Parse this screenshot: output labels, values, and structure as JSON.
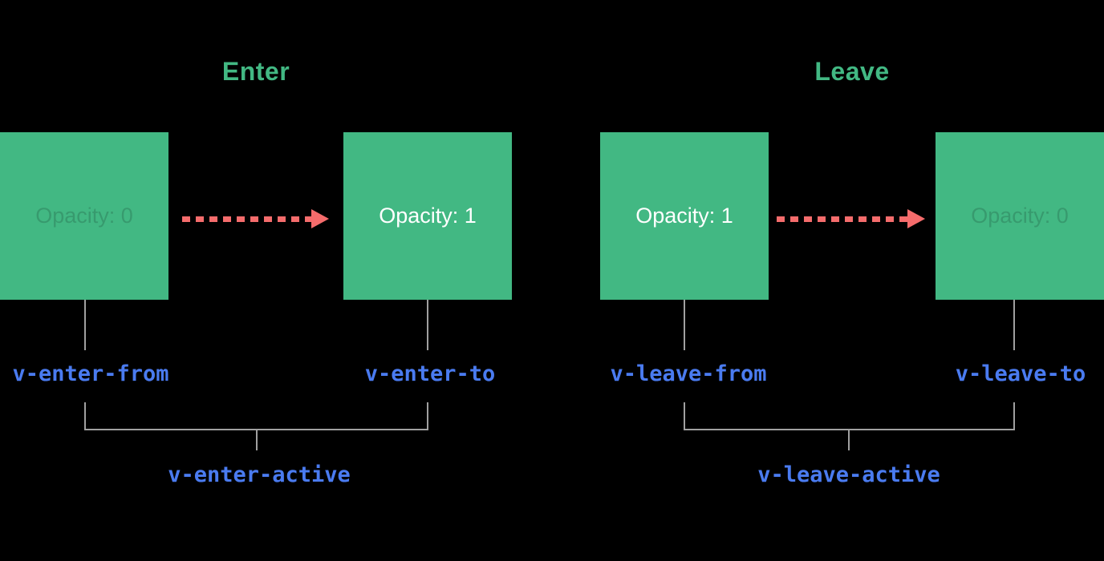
{
  "diagram": {
    "title": "Vue transition classes diagram",
    "background_color": "#000000",
    "colors": {
      "box_green": "#42b883",
      "heading_green": "#42b883",
      "arrow_red": "#f56c6c",
      "class_label_blue": "#4a7bf0",
      "connector_gray": "#a0a0a0",
      "box_text_white": "#ffffff"
    },
    "sections": [
      {
        "id": "enter",
        "title": "Enter",
        "from_box": {
          "label": "Opacity: 0",
          "text_style": "faint"
        },
        "to_box": {
          "label": "Opacity: 1",
          "text_style": "solid"
        },
        "arrow": "dashed-right-arrow",
        "from_class": "v-enter-from",
        "to_class": "v-enter-to",
        "active_class": "v-enter-active"
      },
      {
        "id": "leave",
        "title": "Leave",
        "from_box": {
          "label": "Opacity: 1",
          "text_style": "solid"
        },
        "to_box": {
          "label": "Opacity: 0",
          "text_style": "faint"
        },
        "arrow": "dashed-right-arrow",
        "from_class": "v-leave-from",
        "to_class": "v-leave-to",
        "active_class": "v-leave-active"
      }
    ]
  }
}
